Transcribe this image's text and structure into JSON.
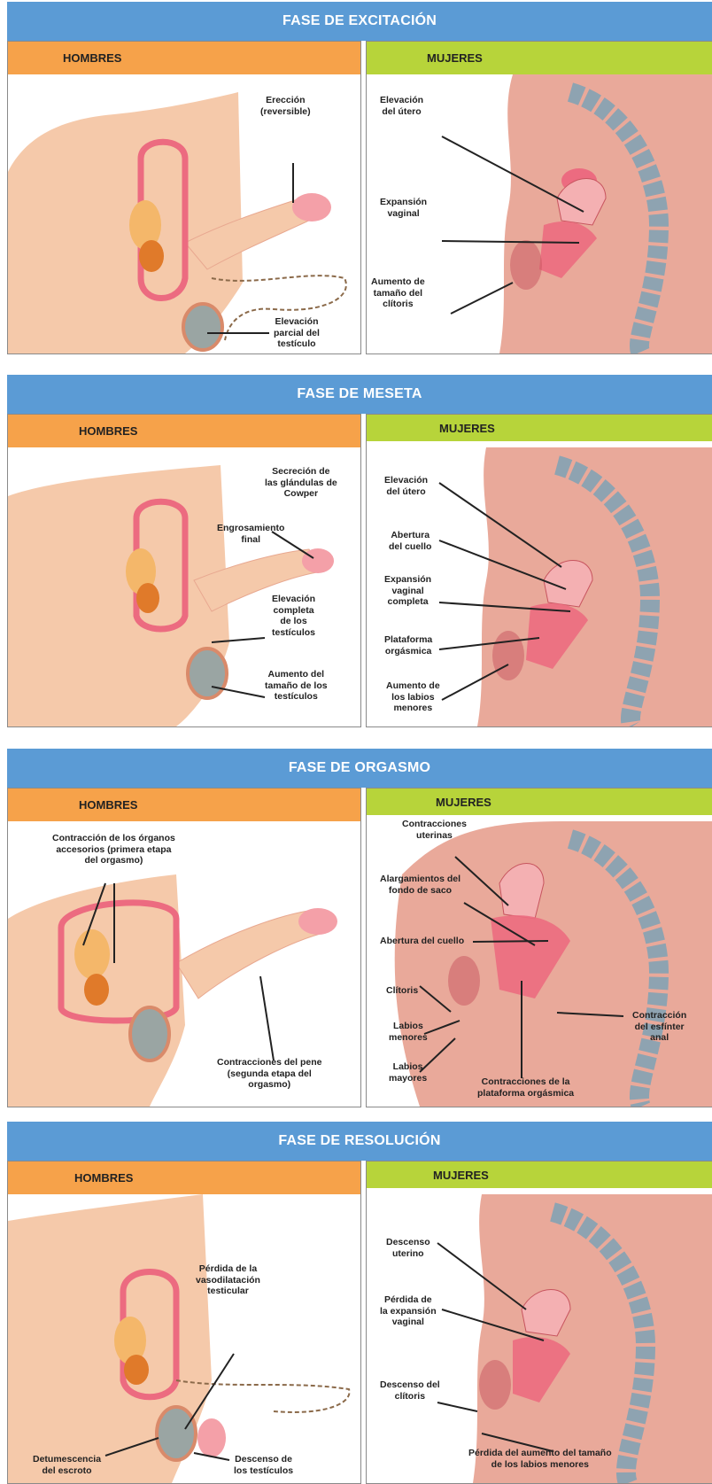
{
  "colors": {
    "title_bar": "#5b9bd5",
    "men_header": "#f6a24a",
    "women_header": "#b7d43a",
    "skin": "#f5c9aa",
    "pink_organ": "#ec6b80",
    "spine": "#8ea3b1"
  },
  "phases": [
    {
      "title": "FASE DE EXCITACIÓN",
      "men_header": "HOMBRES",
      "women_header": "MUJERES",
      "men_labels": [
        "Erección\n(reversible)",
        "Elevación\nparcial del\ntestículo"
      ],
      "women_labels": [
        "Elevación\ndel útero",
        "Expansión\nvaginal",
        "Aumento de\ntamaño del\nclítoris"
      ]
    },
    {
      "title": "FASE DE MESETA",
      "men_header": "HOMBRES",
      "women_header": "MUJERES",
      "men_labels": [
        "Secreción de\nlas glándulas de\nCowper",
        "Engrosamiento\nfinal",
        "Elevación\ncompleta\nde los\ntestículos",
        "Aumento del\ntamaño de los\ntestículos"
      ],
      "women_labels": [
        "Elevación\ndel útero",
        "Abertura\ndel cuello",
        "Expansión\nvaginal\ncompleta",
        "Plataforma\norgásmica",
        "Aumento de\nlos labios\nmenores"
      ]
    },
    {
      "title": "FASE DE ORGASMO",
      "men_header": "HOMBRES",
      "women_header": "MUJERES",
      "men_labels": [
        "Contracción de los órganos\naccesorios (primera etapa\ndel orgasmo)",
        "Contracciones del pene\n(segunda etapa del\norgasmo)"
      ],
      "women_labels": [
        "Contracciones\nuterinas",
        "Alargamientos del\nfondo de saco",
        "Abertura del cuello",
        "Clítoris",
        "Labios\nmenores",
        "Labios\nmayores",
        "Contracciones de la\nplataforma orgásmica",
        "Contracción\ndel esfínter\nanal"
      ]
    },
    {
      "title": "FASE DE RESOLUCIÓN",
      "men_header": "HOMBRES",
      "women_header": "MUJERES",
      "men_labels": [
        "Pérdida de la\nvasodilatación\ntesticular",
        "Detumescencia\ndel escroto",
        "Descenso de\nlos testículos"
      ],
      "women_labels": [
        "Descenso\nuterino",
        "Pérdida de\nla expansión\nvaginal",
        "Descenso del\nclítoris",
        "Pérdida del aumento del tamaño\nde los labios menores"
      ]
    }
  ]
}
